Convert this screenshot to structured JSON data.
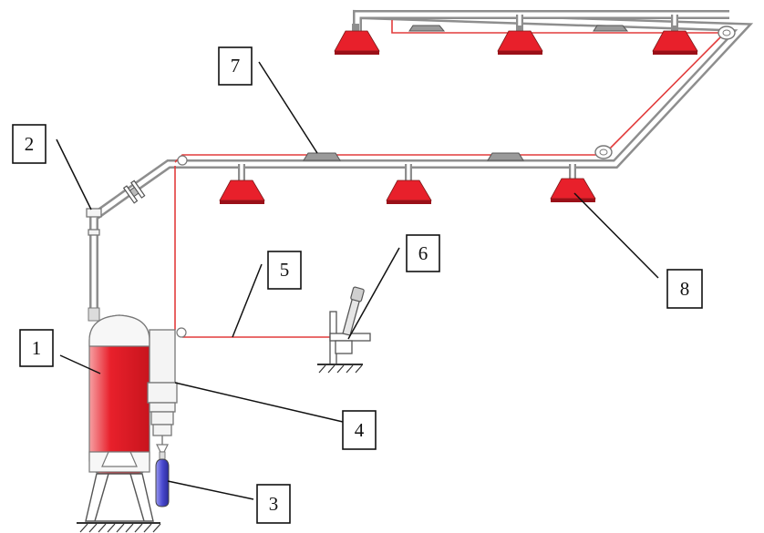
{
  "callouts": [
    {
      "id": "1",
      "label": "1",
      "component": "storage-cylinder"
    },
    {
      "id": "2",
      "label": "2",
      "component": "selector-valve"
    },
    {
      "id": "3",
      "label": "3",
      "component": "pilot-bottle"
    },
    {
      "id": "4",
      "label": "4",
      "component": "container-valve-actuator"
    },
    {
      "id": "5",
      "label": "5",
      "component": "control-cable"
    },
    {
      "id": "6",
      "label": "6",
      "component": "manual-release-handle"
    },
    {
      "id": "7",
      "label": "7",
      "component": "detector"
    },
    {
      "id": "8",
      "label": "8",
      "component": "discharge-nozzle"
    }
  ],
  "colors": {
    "cylinder_fill": "#e8202b",
    "nozzle_fill": "#e8202b",
    "signal_line": "#e23c3c",
    "pipe_outline": "#8e8e8e",
    "pilot_bottle": "#4a4ad0",
    "background": "#ffffff"
  }
}
